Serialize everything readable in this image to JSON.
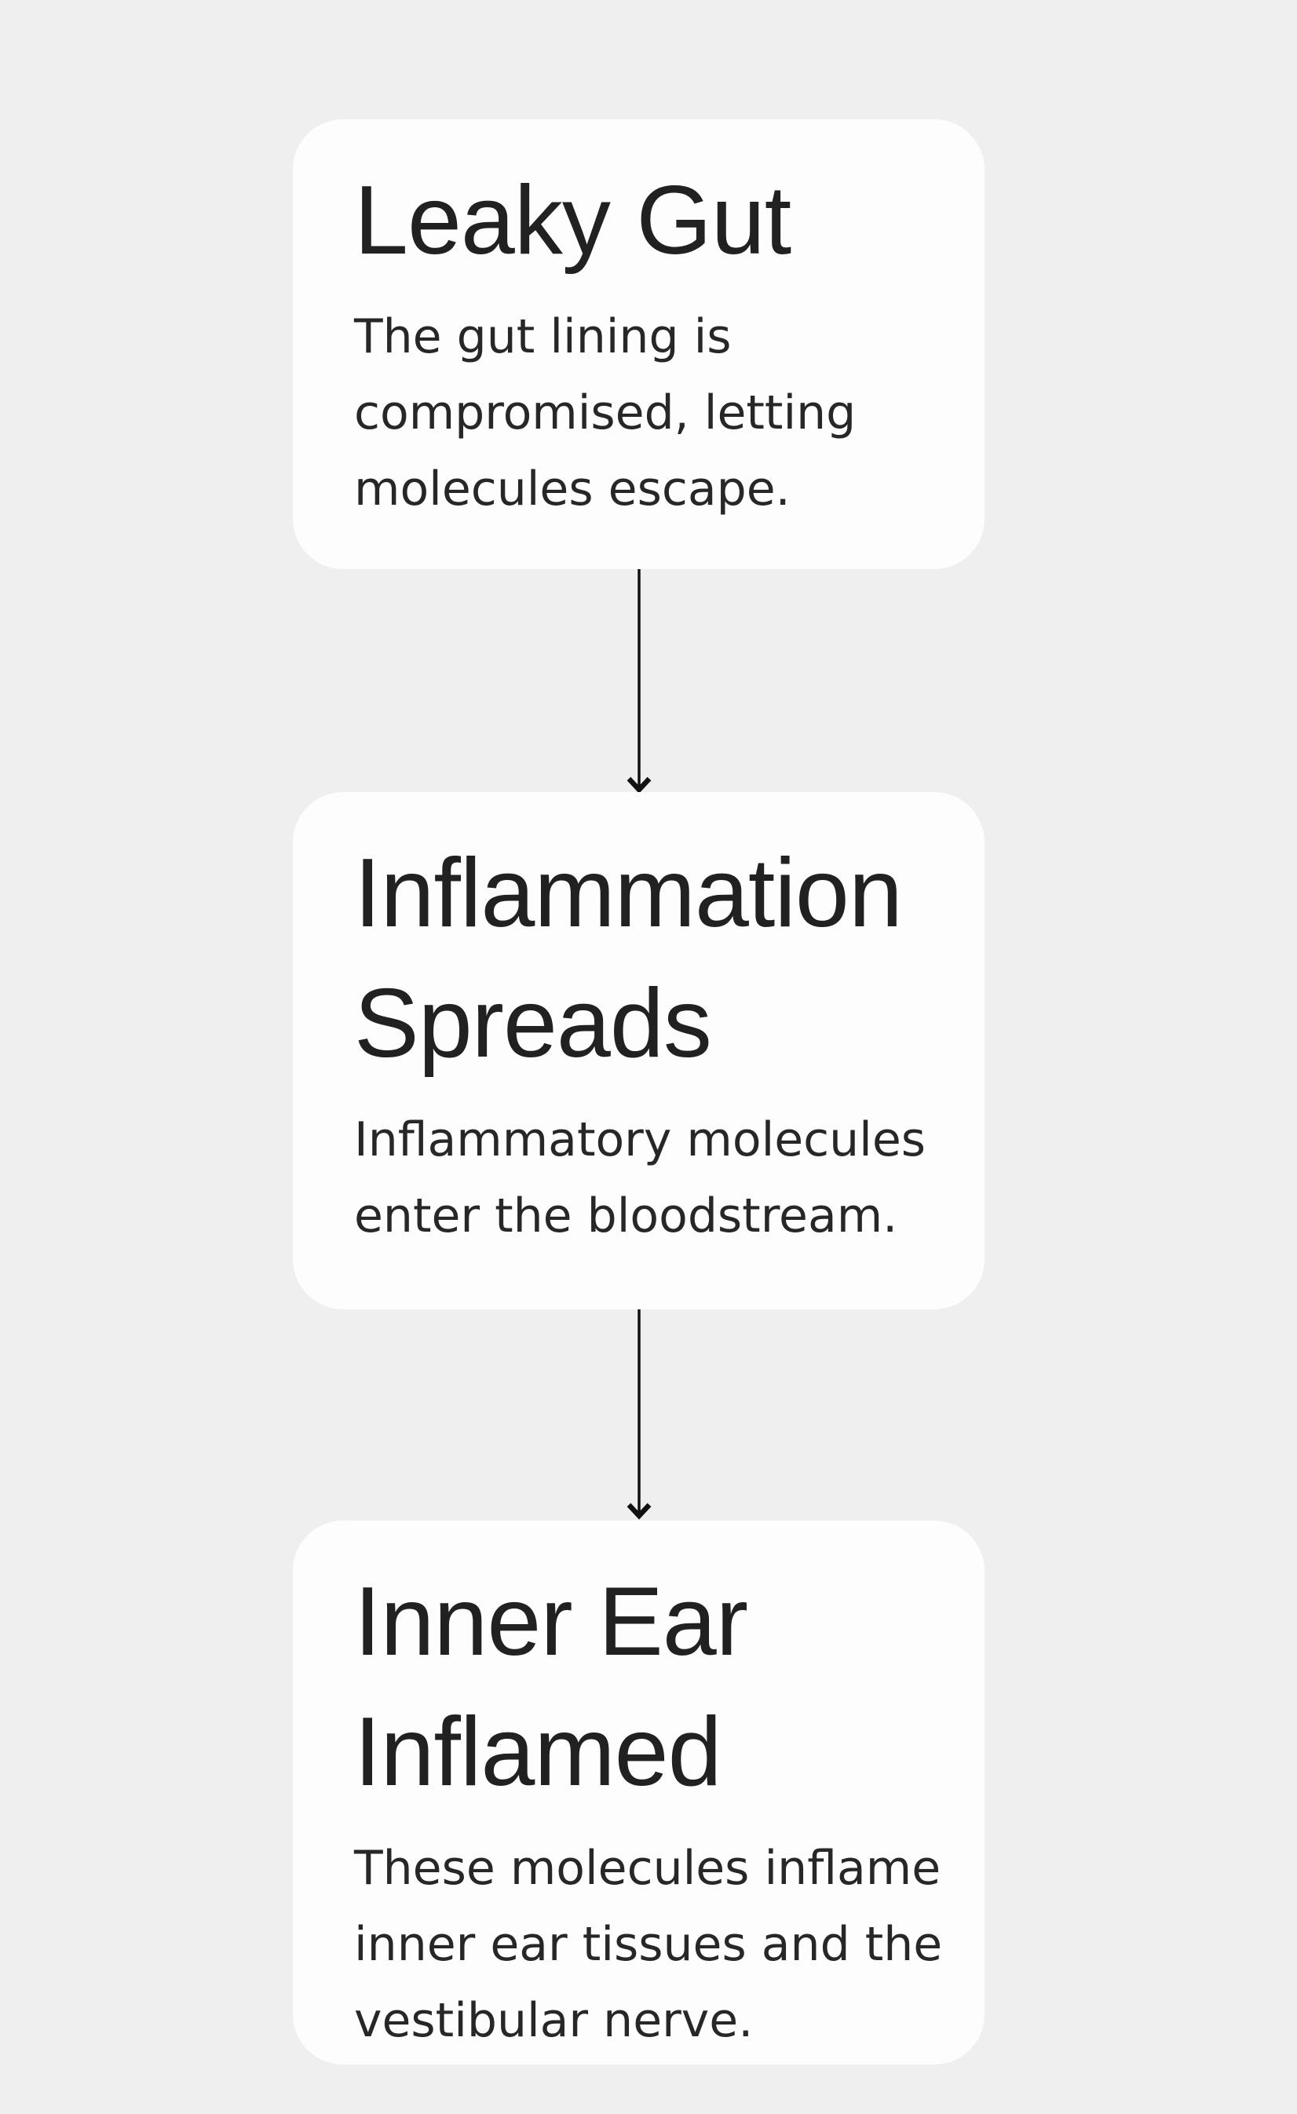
{
  "theme": {
    "background": "#efefef",
    "card_background": "#fdfdfd",
    "title_color": "#212121",
    "description_color": "#272727",
    "arrow_color": "#111111"
  },
  "flow": {
    "steps": [
      {
        "title": "Leaky Gut",
        "description": "The gut lining is\ncompromised, letting\nmolecules escape."
      },
      {
        "title": "Inflammation\nSpreads",
        "description": "Inflammatory molecules\nenter the bloodstream."
      },
      {
        "title": "Inner Ear\nInflamed",
        "description": "These molecules inflame\ninner ear tissues and the\nvestibular nerve."
      }
    ]
  }
}
